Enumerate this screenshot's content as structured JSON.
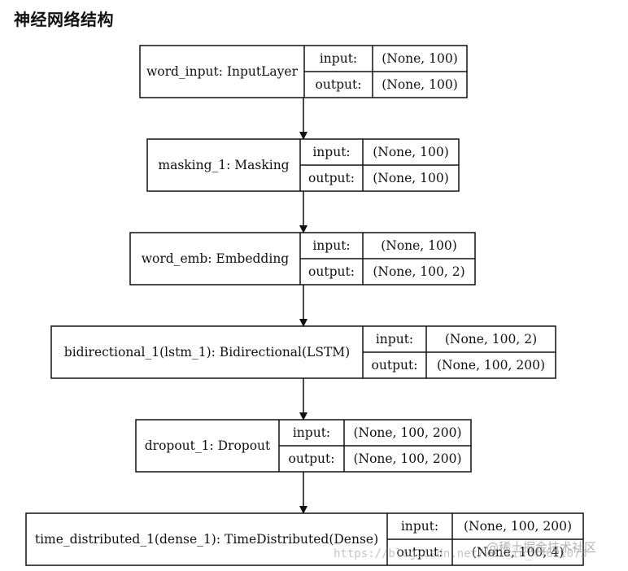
{
  "title": "神经网络结构",
  "labels": {
    "input": "input:",
    "output": "output:"
  },
  "layers": [
    {
      "name": "word_input: InputLayer",
      "input": "(None, 100)",
      "output": "(None, 100)"
    },
    {
      "name": "masking_1: Masking",
      "input": "(None, 100)",
      "output": "(None, 100)"
    },
    {
      "name": "word_emb: Embedding",
      "input": "(None, 100)",
      "output": "(None, 100, 2)"
    },
    {
      "name": "bidirectional_1(lstm_1): Bidirectional(LSTM)",
      "input": "(None, 100, 2)",
      "output": "(None, 100, 200)"
    },
    {
      "name": "dropout_1: Dropout",
      "input": "(None, 100, 200)",
      "output": "(None, 100, 200)"
    },
    {
      "name": "time_distributed_1(dense_1): TimeDistributed(Dense)",
      "input": "(None, 100, 200)",
      "output": "(None, 100, 4)"
    }
  ],
  "watermark": {
    "url": "https://blog.csdn.net/weixin_44621073",
    "brand": "@稀土掘金技术社区"
  }
}
